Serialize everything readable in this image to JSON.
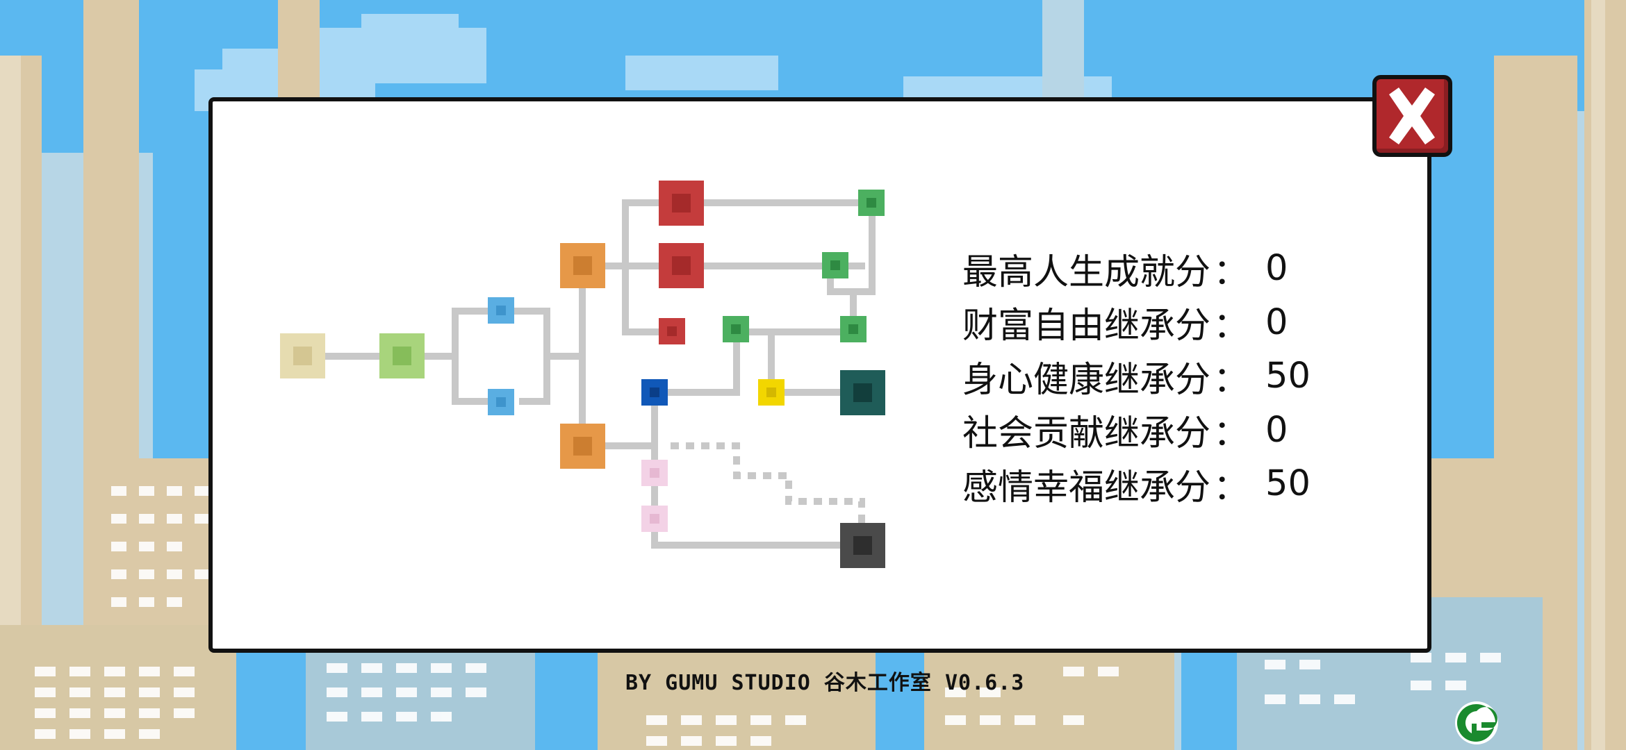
{
  "dialog": {
    "stats": [
      {
        "label": "最高人生成就分",
        "colon": "：",
        "value": "0"
      },
      {
        "label": "财富自由继承分",
        "colon": "：",
        "value": "0"
      },
      {
        "label": "身心健康继承分",
        "colon": "：",
        "value": "50"
      },
      {
        "label": "社会贡献继承分",
        "colon": "：",
        "value": "0"
      },
      {
        "label": "感情幸福继承分",
        "colon": "：",
        "value": "50"
      }
    ],
    "close_icon": "close-x-icon"
  },
  "footer": {
    "credit": "BY GUMU STUDIO 谷木工作室 V0.6.3"
  },
  "colors": {
    "panel_bg": "#ffffff",
    "border": "#111111",
    "close_red": "#b0282c",
    "connector": "#c8c8c8"
  }
}
